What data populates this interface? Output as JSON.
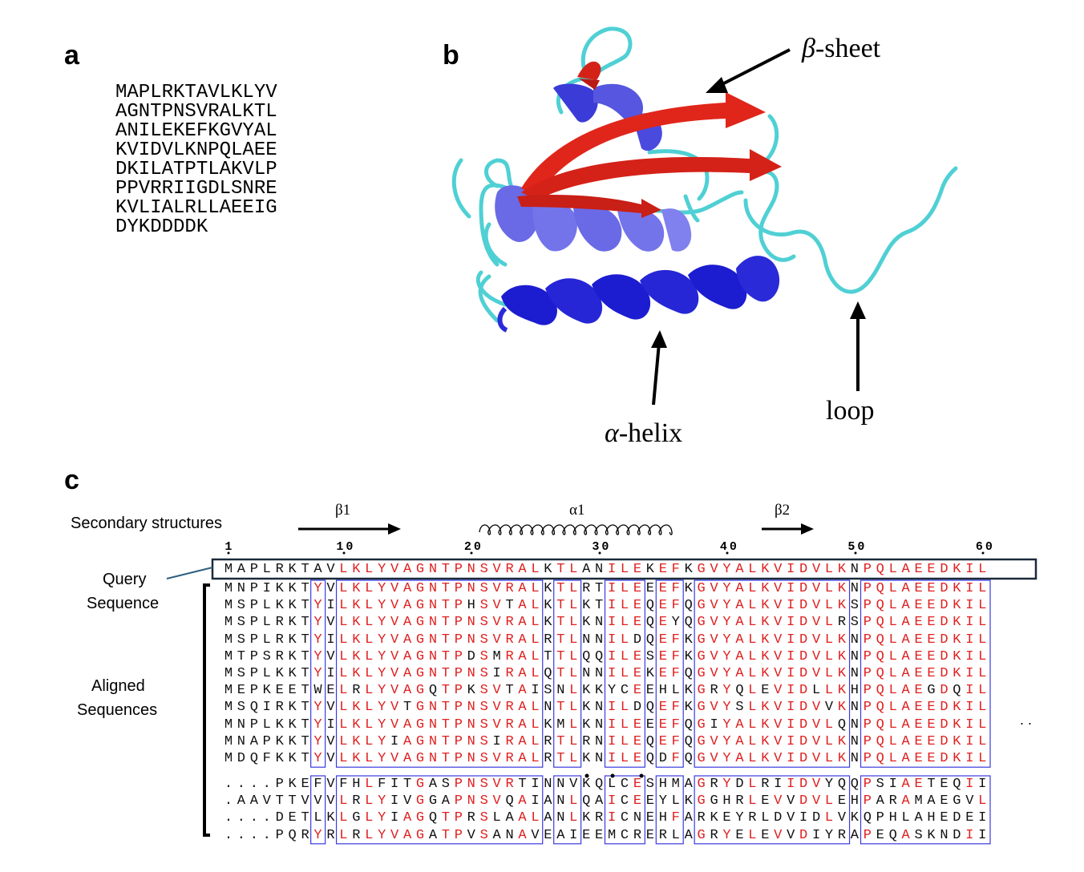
{
  "panel_a": {
    "label": "a",
    "sequence_lines": [
      "MAPLRKTAVLKLYV",
      "AGNTPNSVRALKTL",
      "ANILEKEFKGVYAL",
      "KVIDVLKNPQLAEE",
      "DKILATPTLAKVLP",
      "PPVRRIIGDLSNRE",
      "KVLIALRLLAEEIG",
      "DYKDDDDK"
    ]
  },
  "panel_b": {
    "label": "b",
    "beta_sheet_prefix": "β",
    "beta_sheet_suffix": "-sheet",
    "alpha_helix_prefix": "α",
    "alpha_helix_suffix": "-helix",
    "loop_label": "loop",
    "colors": {
      "helix": "#2a2ad4",
      "sheet": "#e0261a",
      "loop": "#4fd0d4"
    }
  },
  "panel_c": {
    "label": "c",
    "secondary_structures_label": "Secondary structures",
    "ss_beta1": "β1",
    "ss_alpha1": "α1",
    "ss_beta2": "β2",
    "ruler": [
      "1",
      "10",
      "20",
      "30",
      "40",
      "50",
      "60"
    ],
    "query_label_1": "Query",
    "query_label_2": "Sequence",
    "aligned_label_1": "Aligned",
    "aligned_label_2": "Sequences",
    "continuation": ". .",
    "query": "MAPLRKTAVLKLYVAGNTPNSVRALKTLANILEKEFKGVYALKVIDVLKNPQLAEEDKIL",
    "aligned_group_1": [
      "MNPIKKTYVLKLYVAGNTPNSVRALKTLRTILEEEFKGVYALKVIDVLKNPQLAEEDKIL",
      "MSPLKKTYILKLYVAGNTPHSVTALKTLKTILEQEFQGVYALKVIDVLKSPQLAEEDKIL",
      "MSPLRKTYVLKLYVAGNTPNSVRALKTLKNILEQEYQGVYALKVIDVLRSPQLAEEDKIL",
      "MSPLRKTYILKLYVAGNTPNSVRALRTLNNILDQEFKGVYALKVIDVLKNPQLAEEDKIL",
      "MTPSRKTYVLKLYVAGNTPDSMRALTTLQQILESEFKGVYALKVIDVLKNPQLAEEDKIL",
      "MSPLKKTYILKLYVAGNTPNSIRALQTLNNILEKEFQGVYALKVIDVLKNPQLAEEDKIL",
      "MEPKEETWELRLYVAGQTPKSVTAISNLKKYCEEHLKGRYQLEVIDLLKHPQLAEGDQIL",
      "MSQIRKTYVLKLYVTGNTPNSVRALNTLKNILDQEFKGVYSLKVIDVVKNPQLAEEDKIL",
      "MNPLKKTYILKLYVAGNTPNSVRALKMLKNILEEEFQGIYALKVIDVLQNPQLAEEDKIL",
      "MNAPKKTYVLKLYIAGNTPNSIRALRTLRNILEQEFQGVYALKVIDVLKNPQLAEEDKIL",
      "MDQFKKTYVLKLYVAGNTPNSVRALRTLKNILEQDFQGVYALKVIDVLKNPQLAEEDKIL"
    ],
    "aligned_group_2": [
      "....PKEFVFHLFITGASPNSVRTINNVKQLCESHMAGRYDLRIIDVYQQPSIAETEQII",
      ".AAVTTVVVLRLYIVGGAPNSVQAIANLQAICEEYLKGGHRLEVVDVLEHPARAMAEGVL",
      "....DETLKLGLYIAGQTPRSLAALANLKRICNEHFARKEYRLDVIDLVKQPHLAHEDEI",
      "....PQRYRLRLYVAGATPVSANAVEAIEEMCRERLAGRYELEVVDIYRAPEQASKNDII"
    ]
  }
}
